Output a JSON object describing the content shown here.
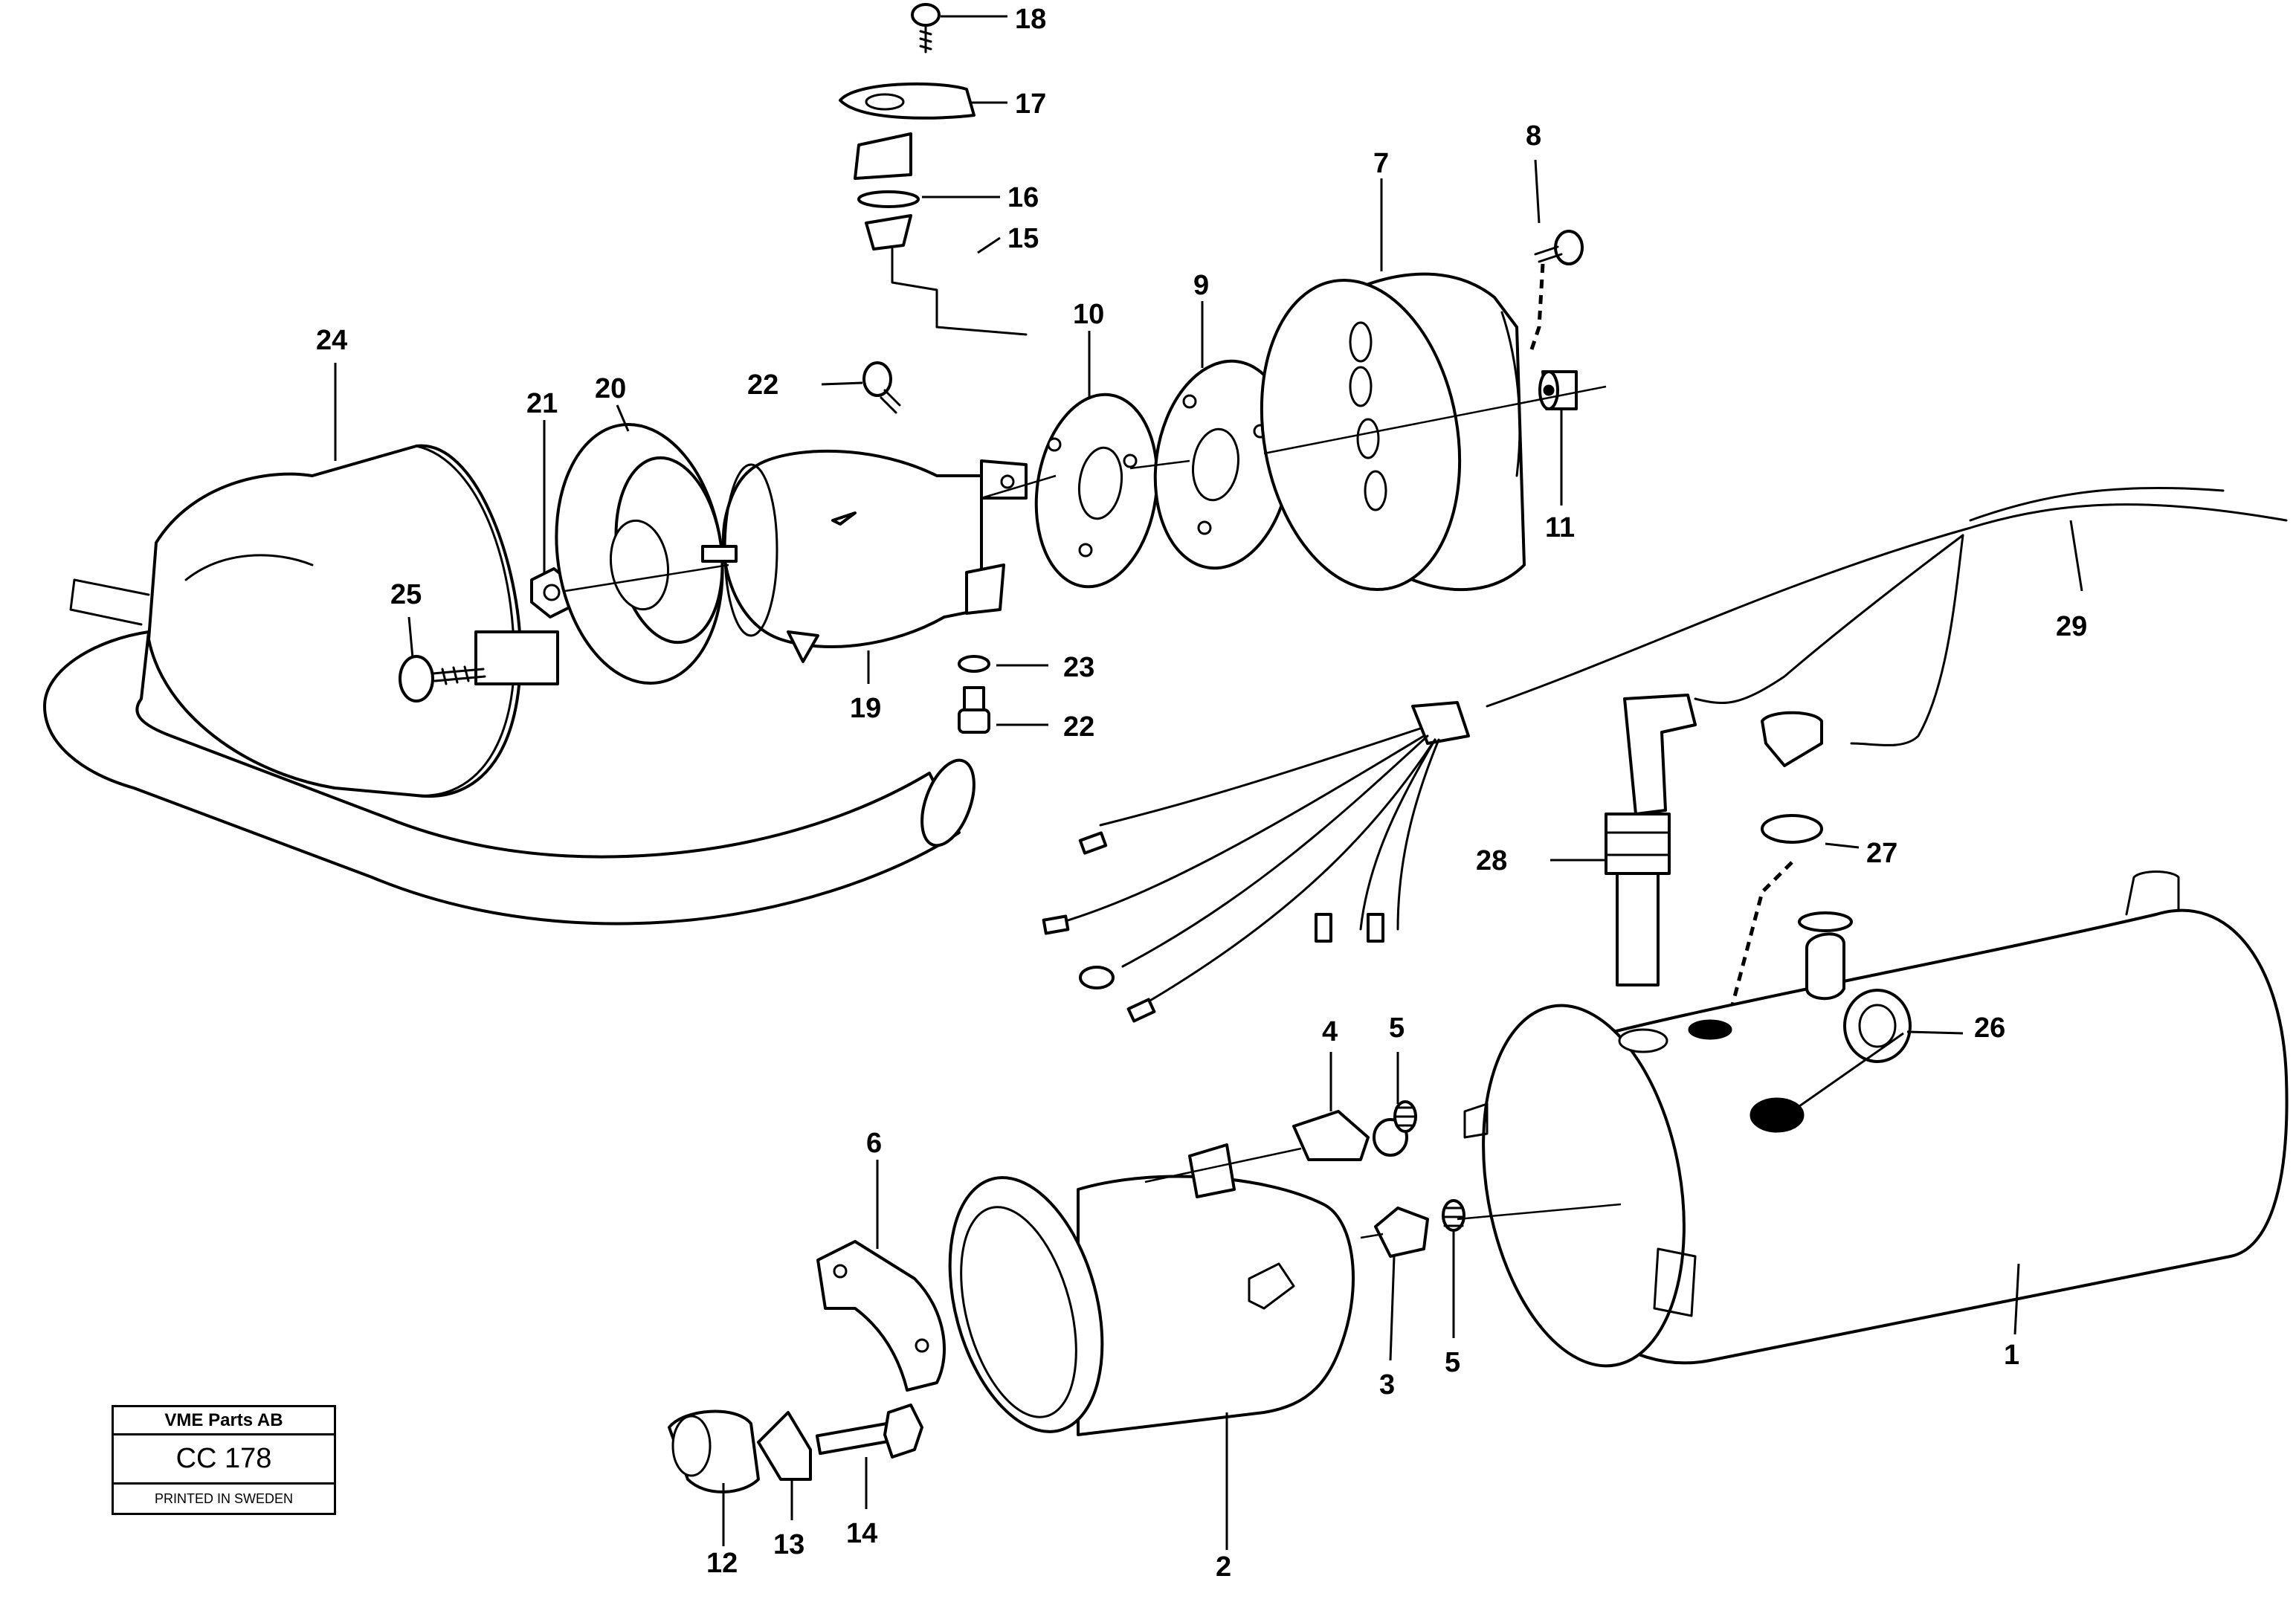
{
  "title_block": {
    "company": "VME Parts AB",
    "code": "CC 178",
    "printed": "PRINTED IN SWEDEN"
  },
  "callouts": [
    "18",
    "17",
    "16",
    "15",
    "8",
    "7",
    "9",
    "10",
    "24",
    "22",
    "21",
    "20",
    "11",
    "25",
    "23",
    "19",
    "22",
    "29",
    "28",
    "27",
    "26",
    "4",
    "5",
    "6",
    "5",
    "3",
    "1",
    "14",
    "12",
    "13",
    "2"
  ]
}
